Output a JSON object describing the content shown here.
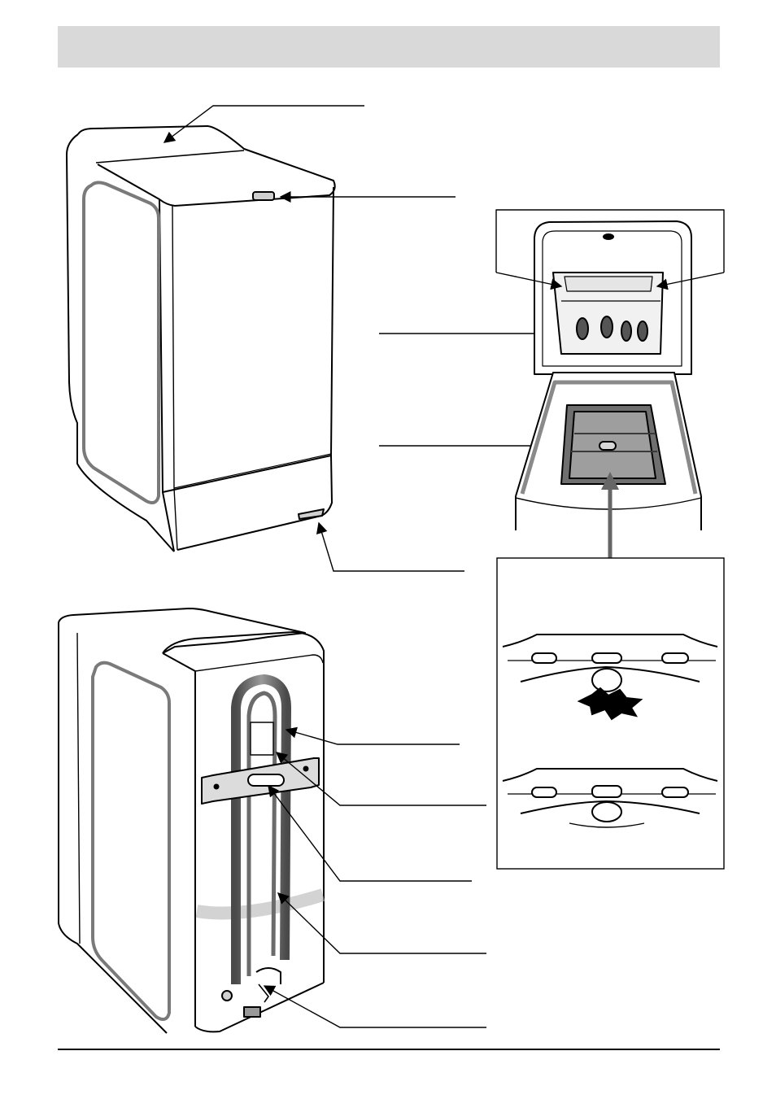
{
  "page": {
    "header_band_color": "#d9d9d9",
    "rule_color": "#000000"
  },
  "illustrations": {
    "front_view": {
      "icon": "washing-machine-front-icon",
      "callouts": 5
    },
    "open_lid_view": {
      "icon": "open-lid-drum-icon",
      "callouts": 2
    },
    "drum_detail_view": {
      "icon": "drum-door-detail-icon",
      "states": 2
    },
    "rear_view": {
      "icon": "washing-machine-rear-icon",
      "callouts": 5
    }
  }
}
